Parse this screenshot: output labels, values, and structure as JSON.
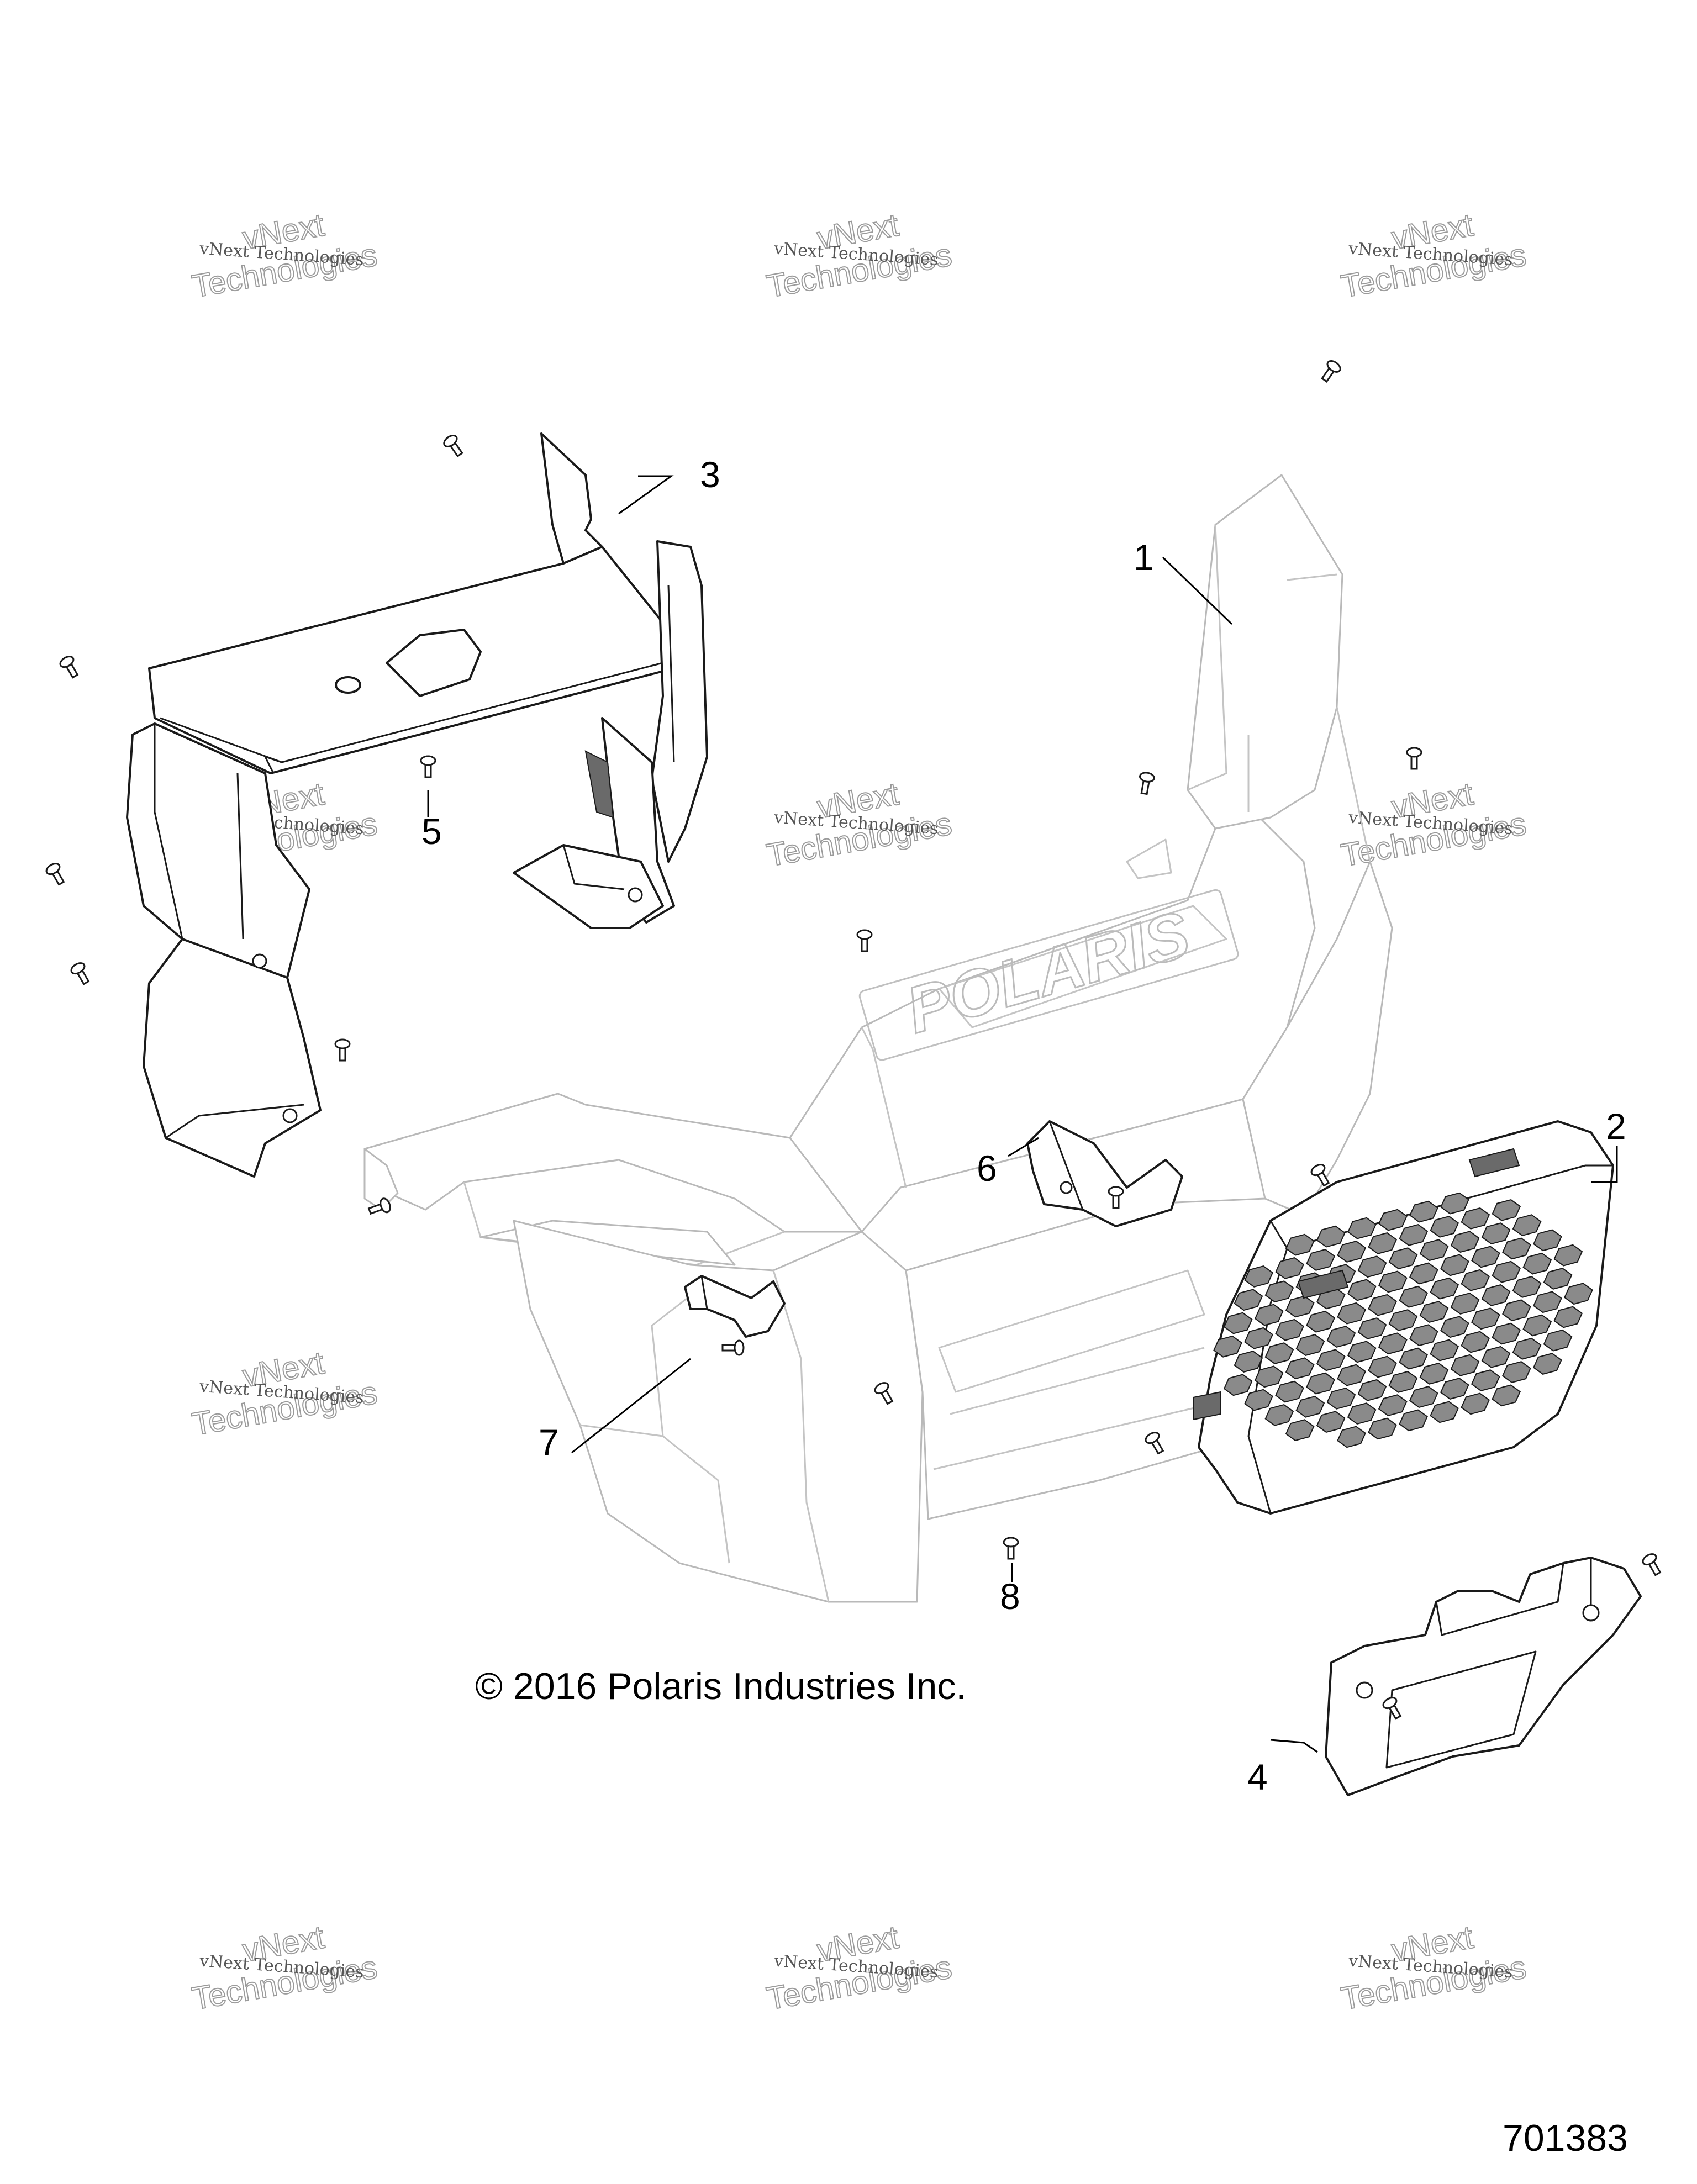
{
  "diagram": {
    "copyright": "© 2016 Polaris Industries Inc.",
    "part_number": "701383",
    "brand_emblem": "POLARIS",
    "callouts": [
      {
        "id": "callout-1",
        "label": "1"
      },
      {
        "id": "callout-2",
        "label": "2"
      },
      {
        "id": "callout-3",
        "label": "3"
      },
      {
        "id": "callout-4",
        "label": "4"
      },
      {
        "id": "callout-5",
        "label": "5"
      },
      {
        "id": "callout-6",
        "label": "6"
      },
      {
        "id": "callout-7",
        "label": "7"
      },
      {
        "id": "callout-8",
        "label": "8"
      }
    ],
    "watermark": {
      "line_small": "vNext Technologies",
      "line_large_1": "vNext",
      "line_large_2": "Technologies"
    }
  }
}
